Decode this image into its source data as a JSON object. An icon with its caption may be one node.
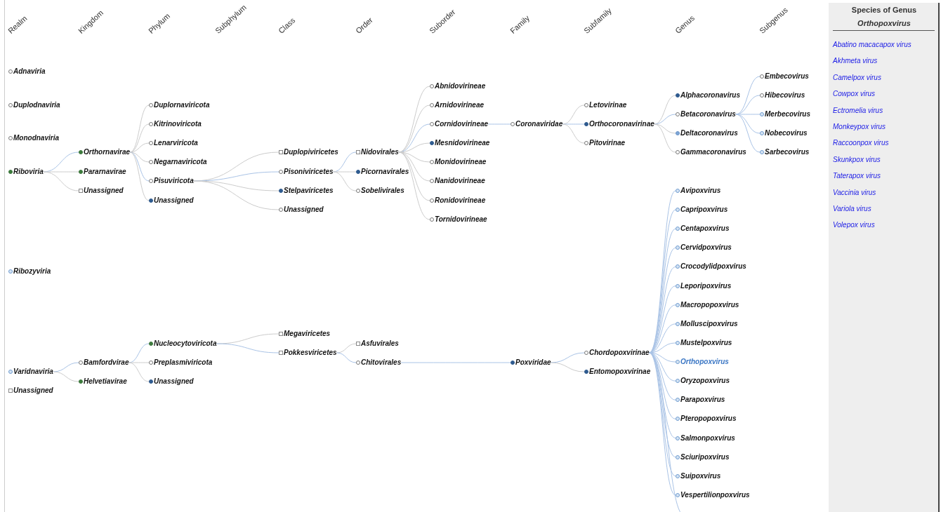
{
  "diagram": {
    "nodes": [
      {
        "text": [
          "Adnaviria"
        ]
      },
      {
        "text": [
          "Duplodnaviria"
        ]
      },
      {
        "text": [
          "Monodnaviria"
        ]
      },
      {
        "text": [
          "Riboviria"
        ]
      },
      {
        "text": [
          "Orthornavirae"
        ]
      },
      {
        "text": [
          "Pararnavirae"
        ]
      },
      {
        "text": [
          "Unassigned"
        ]
      },
      {
        "text": [
          "Duplornaviricota"
        ]
      },
      {
        "text": [
          "Kitrinoviricota"
        ]
      },
      {
        "text": [
          "Lenarviricota"
        ]
      },
      {
        "text": [
          "Negarnaviricota"
        ]
      },
      {
        "text": [
          "Pisuviricota"
        ]
      },
      {
        "text": [
          "Unassigned"
        ]
      },
      {
        "text": [
          "Duplopiviricetes"
        ]
      },
      {
        "text": [
          "Pisoniviricetes"
        ]
      },
      {
        "text": [
          "Stelpaviricetes"
        ]
      },
      {
        "text": [
          "Unassigned"
        ]
      },
      {
        "text": [
          "Nidovirales"
        ]
      },
      {
        "text": [
          "Picornavirales"
        ]
      },
      {
        "text": [
          "Sobelivirales"
        ]
      },
      {
        "text": [
          "Abnidovirineae"
        ]
      },
      {
        "text": [
          "Arnidovirineae"
        ]
      },
      {
        "text": [
          "Cornidovirineae"
        ]
      },
      {
        "text": [
          "Mesnidovirineae"
        ]
      },
      {
        "text": [
          "Monidovirineae"
        ]
      },
      {
        "text": [
          "Nanidovirineae"
        ]
      },
      {
        "text": [
          "Ronidovirineae"
        ]
      },
      {
        "text": [
          "Tornidovirineae"
        ]
      },
      {
        "text": [
          "Coronaviridae"
        ]
      },
      {
        "text": [
          "Letovirinae"
        ]
      },
      {
        "text": [
          "Orthocoronavirinae"
        ]
      },
      {
        "text": [
          "Pitovirinae"
        ]
      },
      {
        "text": [
          "Alphacoronavirus"
        ]
      },
      {
        "text": [
          "Betacoronavirus"
        ]
      },
      {
        "text": [
          "Deltacoronavirus"
        ]
      },
      {
        "text": [
          "Gammacoronavirus"
        ]
      },
      {
        "text": [
          "Embecovirus"
        ]
      },
      {
        "text": [
          "Hibecovirus"
        ]
      },
      {
        "text": [
          "Merbecovirus"
        ]
      },
      {
        "text": [
          "Nobecovirus"
        ]
      },
      {
        "text": [
          "Sarbecovirus"
        ]
      },
      {
        "text": [
          "Ribozyviria"
        ]
      },
      {
        "text": [
          "Varidnaviria"
        ]
      },
      {
        "text": [
          "Bamfordvirae"
        ]
      },
      {
        "text": [
          "Helvetiavirae"
        ]
      },
      {
        "text": [
          "Nucleocytoviricota"
        ]
      },
      {
        "text": [
          "Preplasmiviricota"
        ]
      },
      {
        "text": [
          "Unassigned"
        ]
      },
      {
        "text": [
          "Megaviricetes"
        ]
      },
      {
        "text": [
          "Pokkesviricetes"
        ]
      },
      {
        "text": [
          "Asfuvirales"
        ]
      },
      {
        "text": [
          "Chitovirales"
        ]
      },
      {
        "text": [
          "Poxviridae"
        ]
      },
      {
        "text": [
          "Chordopoxvirinae"
        ]
      },
      {
        "text": [
          "Entomopoxvirinae"
        ]
      },
      {
        "text": [
          "Avipoxvirus"
        ]
      },
      {
        "text": [
          "Capripoxvirus"
        ]
      },
      {
        "text": [
          "Centapoxvirus"
        ]
      },
      {
        "text": [
          "Cervidpoxvirus"
        ]
      },
      {
        "text": [
          "Crocodylidpoxvirus"
        ]
      },
      {
        "text": [
          "Leporipoxvirus"
        ]
      },
      {
        "text": [
          "Macropopoxvirus"
        ]
      },
      {
        "text": [
          "Molluscipoxvirus"
        ]
      },
      {
        "text": [
          "Mustelpoxvirus"
        ]
      },
      {
        "text": [
          "Orthopoxvirus"
        ]
      },
      {
        "text": [
          "Oryzopoxvirus"
        ]
      },
      {
        "text": [
          "Parapoxvirus"
        ]
      },
      {
        "text": [
          "Pteropopoxvirus"
        ]
      },
      {
        "text": [
          "Salmonpoxvirus"
        ]
      },
      {
        "text": [
          "Sciuripoxvirus"
        ]
      },
      {
        "text": [
          "Suipoxvirus"
        ]
      },
      {
        "text": [
          "Vespertilionpoxvirus"
        ]
      },
      {
        "text": [
          "Unassigned"
        ]
      }
    ],
    "edges": [
      {
        "from": 3,
        "to": 4,
        "arrow": "none"
      },
      {
        "from": 3,
        "to": 5,
        "arrow": "none",
        "color": "#cccccc"
      },
      {
        "from": 3,
        "to": 6,
        "arrow": "none",
        "color": "#cccccc"
      },
      {
        "from": 4,
        "to": 7,
        "arrow": "none",
        "color": "#cccccc"
      },
      {
        "from": 4,
        "to": 8,
        "arrow": "none",
        "color": "#cccccc"
      },
      {
        "from": 4,
        "to": 9,
        "arrow": "none",
        "color": "#cccccc"
      },
      {
        "from": 4,
        "to": 10,
        "arrow": "none",
        "color": "#cccccc"
      },
      {
        "from": 4,
        "to": 11,
        "arrow": "none"
      },
      {
        "from": 4,
        "to": 12,
        "arrow": "none",
        "color": "#cccccc"
      },
      {
        "from": 11,
        "to": 13,
        "arrow": "none",
        "color": "#cccccc"
      },
      {
        "from": 11,
        "to": 14,
        "arrow": "none"
      },
      {
        "from": 11,
        "to": 15,
        "arrow": "none",
        "color": "#cccccc"
      },
      {
        "from": 11,
        "to": 16,
        "arrow": "none",
        "color": "#cccccc"
      },
      {
        "from": 14,
        "to": 17,
        "arrow": "none"
      },
      {
        "from": 14,
        "to": 18,
        "arrow": "none",
        "color": "#cccccc"
      },
      {
        "from": 14,
        "to": 19,
        "arrow": "none",
        "color": "#cccccc"
      },
      {
        "from": 17,
        "to": 20,
        "arrow": "none",
        "color": "#cccccc"
      },
      {
        "from": 17,
        "to": 21,
        "arrow": "none",
        "color": "#cccccc"
      },
      {
        "from": 17,
        "to": 22,
        "arrow": "none"
      },
      {
        "from": 17,
        "to": 23,
        "arrow": "none",
        "color": "#cccccc"
      },
      {
        "from": 17,
        "to": 24,
        "arrow": "none",
        "color": "#cccccc"
      },
      {
        "from": 17,
        "to": 25,
        "arrow": "none",
        "color": "#cccccc"
      },
      {
        "from": 17,
        "to": 26,
        "arrow": "none",
        "color": "#cccccc"
      },
      {
        "from": 17,
        "to": 27,
        "arrow": "none",
        "color": "#cccccc"
      },
      {
        "from": 22,
        "to": 28,
        "arrow": "none"
      },
      {
        "from": 28,
        "to": 29,
        "arrow": "none",
        "color": "#cccccc"
      },
      {
        "from": 28,
        "to": 30,
        "arrow": "none"
      },
      {
        "from": 28,
        "to": 31,
        "arrow": "none",
        "color": "#cccccc"
      },
      {
        "from": 30,
        "to": 32,
        "arrow": "none",
        "color": "#cccccc"
      },
      {
        "from": 30,
        "to": 33,
        "arrow": "none"
      },
      {
        "from": 30,
        "to": 34,
        "arrow": "none",
        "color": "#cccccc"
      },
      {
        "from": 30,
        "to": 35,
        "arrow": "none",
        "color": "#cccccc"
      },
      {
        "from": 33,
        "to": 36,
        "arrow": "none"
      },
      {
        "from": 33,
        "to": 37,
        "arrow": "none"
      },
      {
        "from": 33,
        "to": 38,
        "arrow": "none"
      },
      {
        "from": 33,
        "to": 39,
        "arrow": "none"
      },
      {
        "from": 33,
        "to": 40,
        "arrow": "none"
      },
      {
        "from": 42,
        "to": 43,
        "arrow": "none"
      },
      {
        "from": 42,
        "to": 44,
        "arrow": "none",
        "color": "#cccccc"
      },
      {
        "from": 43,
        "to": 45,
        "arrow": "none"
      },
      {
        "from": 43,
        "to": 46,
        "arrow": "none",
        "color": "#cccccc"
      },
      {
        "from": 43,
        "to": 47,
        "arrow": "none",
        "color": "#cccccc"
      },
      {
        "from": 45,
        "to": 48,
        "arrow": "none",
        "color": "#cccccc"
      },
      {
        "from": 45,
        "to": 49,
        "arrow": "none"
      },
      {
        "from": 49,
        "to": 50,
        "arrow": "none",
        "color": "#cccccc"
      },
      {
        "from": 49,
        "to": 51,
        "arrow": "none"
      },
      {
        "from": 51,
        "to": 52,
        "arrow": "none"
      },
      {
        "from": 52,
        "to": 53,
        "arrow": "none"
      },
      {
        "from": 52,
        "to": 54,
        "arrow": "none",
        "color": "#cccccc"
      },
      {
        "from": 53,
        "to": 55,
        "arrow": "none"
      },
      {
        "from": 53,
        "to": 56,
        "arrow": "none"
      },
      {
        "from": 53,
        "to": 57,
        "arrow": "none"
      },
      {
        "from": 53,
        "to": 58,
        "arrow": "none"
      },
      {
        "from": 53,
        "to": 59,
        "arrow": "none"
      },
      {
        "from": 53,
        "to": 60,
        "arrow": "none"
      },
      {
        "from": 53,
        "to": 61,
        "arrow": "none"
      },
      {
        "from": 53,
        "to": 62,
        "arrow": "none"
      },
      {
        "from": 53,
        "to": 63,
        "arrow": "none"
      },
      {
        "from": 53,
        "to": 64,
        "arrow": "none"
      },
      {
        "from": 53,
        "to": 65,
        "arrow": "none"
      },
      {
        "from": 53,
        "to": 66,
        "arrow": "none"
      },
      {
        "from": 53,
        "to": 67,
        "arrow": "none"
      },
      {
        "from": 53,
        "to": 68,
        "arrow": "none"
      },
      {
        "from": 53,
        "to": 69,
        "arrow": "none"
      },
      {
        "from": 53,
        "to": 70,
        "arrow": "none"
      },
      {
        "from": 53,
        "to": 71,
        "arrow": "none"
      },
      {
        "from": 53,
        "to": null,
        "arrow": "none"
      }
    ],
    "labels": [
      "Realm",
      "Kingdom",
      "Phylum",
      "Subphylum",
      "Class",
      "Order",
      "Suborder",
      "Family",
      "Subfamily",
      "Genus",
      "Subgenus",
      "Species of Genus",
      "Orthopoxvirus",
      "Abatino macacapox virus",
      "Akhmeta virus",
      "Camelpox virus",
      "Cowpox virus",
      "Ectromelia virus",
      "Monkeypox virus",
      "Raccoonpox virus",
      "Skunkpox virus",
      "Taterapox virus",
      "Vaccinia virus",
      "Variola virus",
      "Volepox virus"
    ]
  }
}
